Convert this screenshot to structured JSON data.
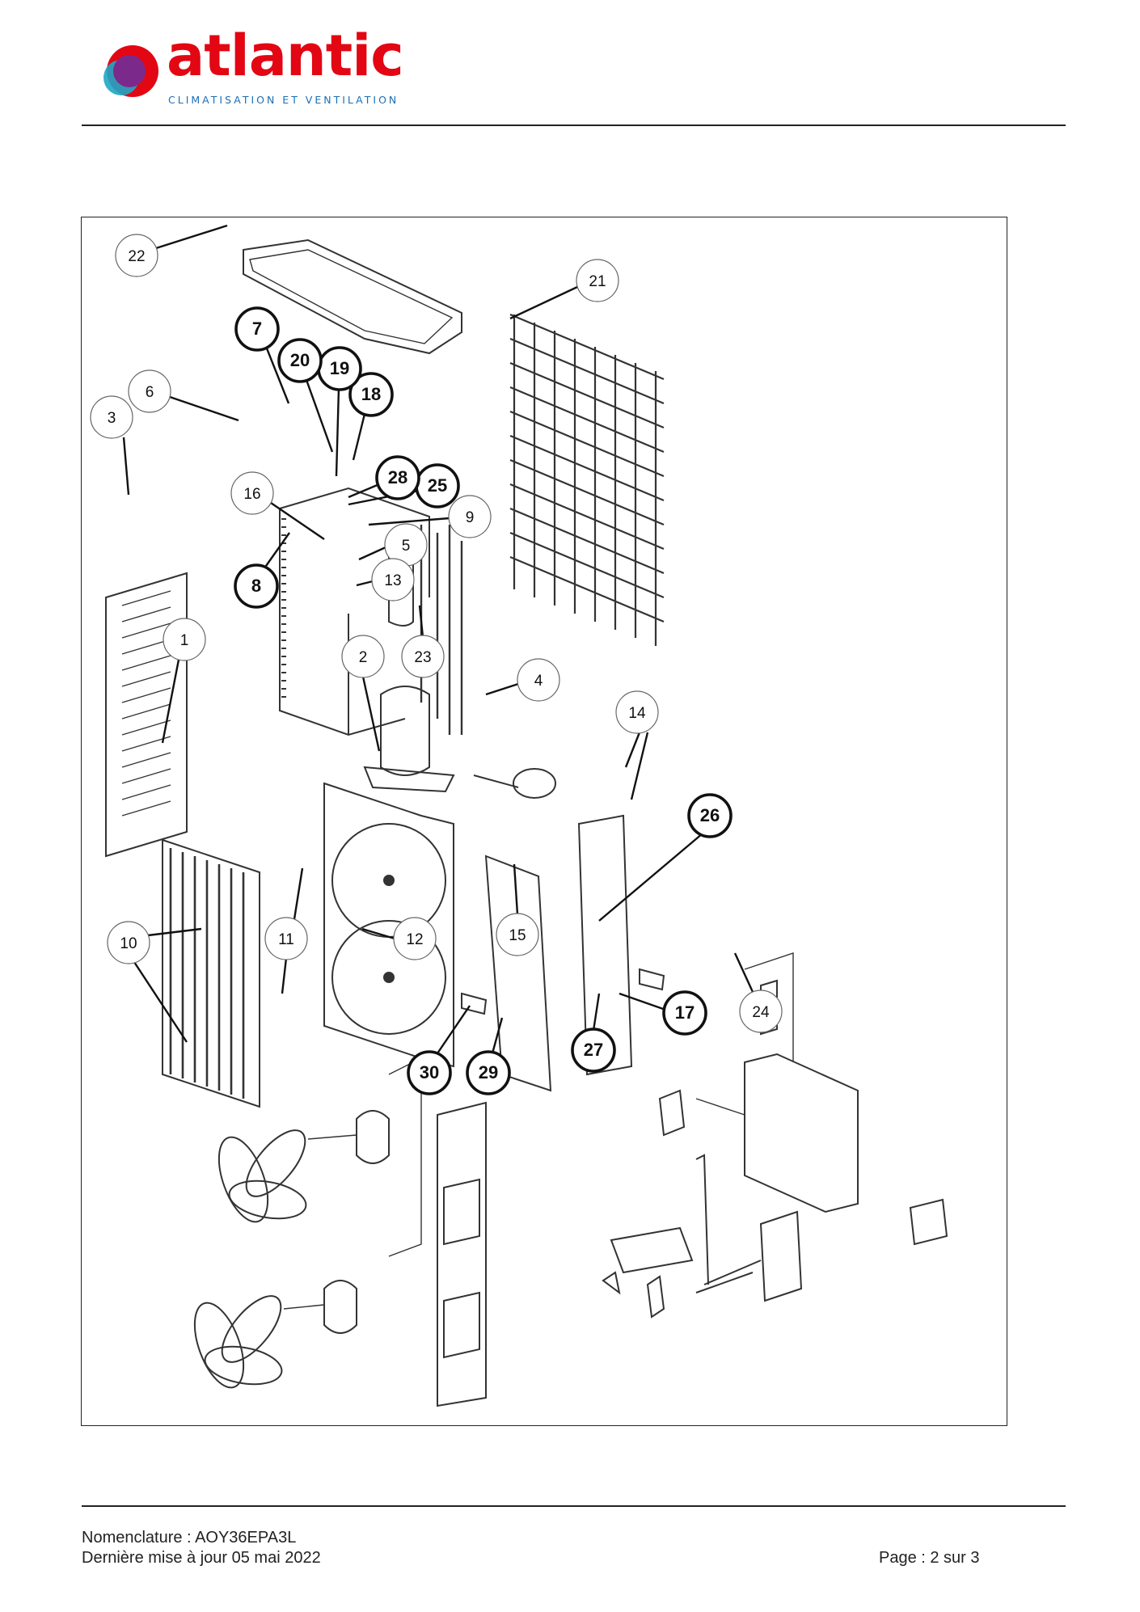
{
  "header": {
    "brand": "atlantic",
    "tagline": "CLIMATISATION ET VENTILATION"
  },
  "diagram": {
    "callouts": [
      "1",
      "2",
      "3",
      "4",
      "5",
      "6",
      "7",
      "8",
      "9",
      "10",
      "11",
      "12",
      "13",
      "14",
      "15",
      "16",
      "17",
      "18",
      "19",
      "20",
      "21",
      "22",
      "23",
      "24",
      "25",
      "26",
      "27",
      "28",
      "29",
      "30"
    ]
  },
  "footer": {
    "nomenclature": "Nomenclature : AOY36EPA3L",
    "updated": "Dernière mise à jour 05 mai 2022",
    "page": "Page : 2 sur 3"
  },
  "colors": {
    "brand_red": "#e30613",
    "brand_blue": "#1b6fb5",
    "brand_purple": "#7b2a8c"
  }
}
